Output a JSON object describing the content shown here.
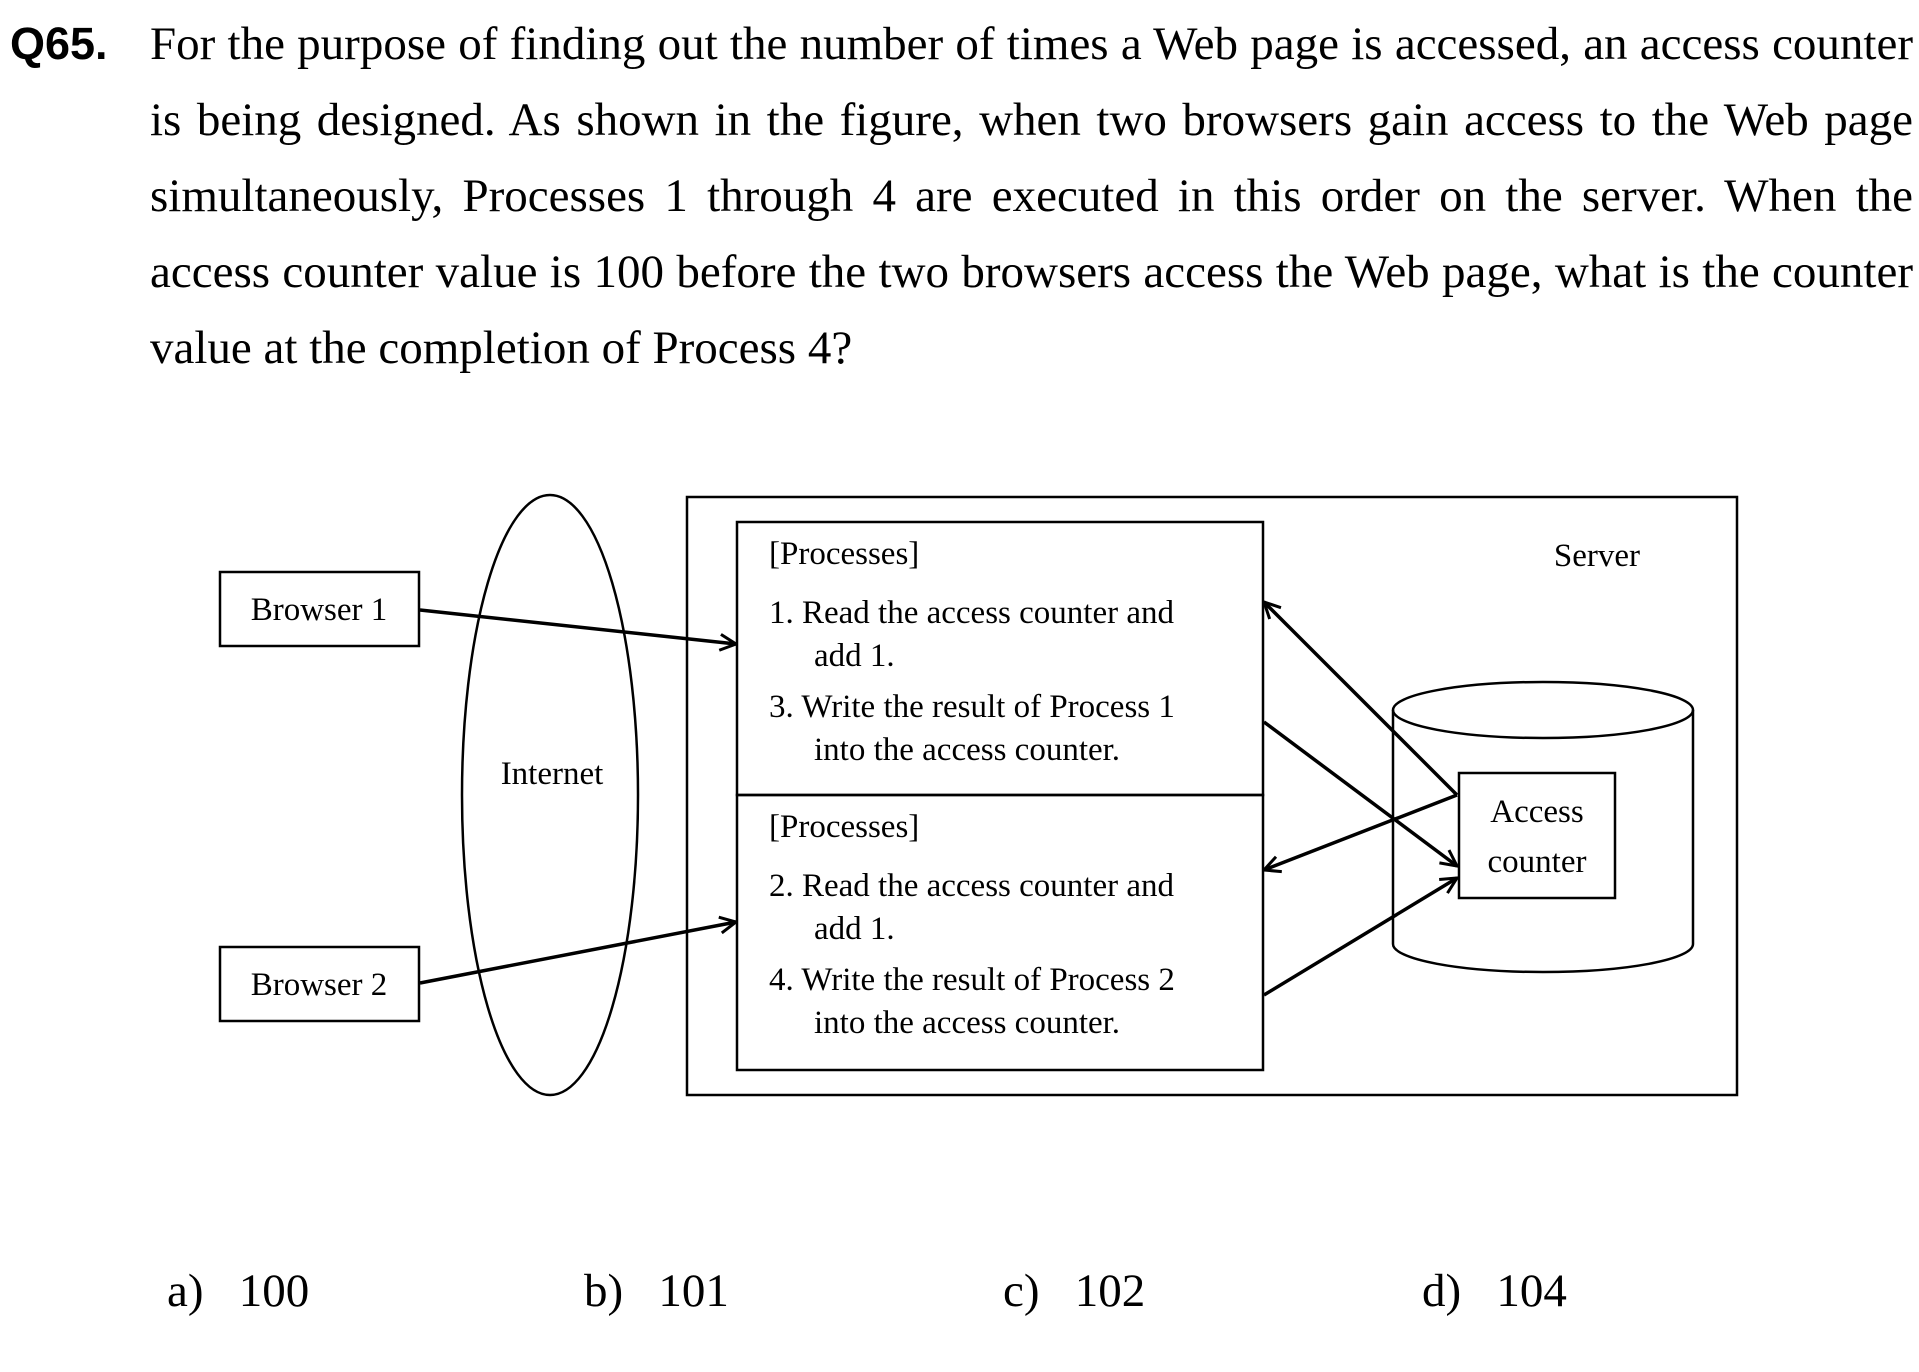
{
  "question": {
    "number": "Q65.",
    "text": "For the purpose of finding out the number of times a Web page is accessed, an access counter is being designed.   As shown in the figure, when two browsers gain access to the Web page simultaneously, Processes 1 through 4 are executed in this order on the server.   When the access counter value is 100 before the two browsers access the Web page, what is the counter value at the completion of Process 4?"
  },
  "diagram": {
    "browser1": "Browser 1",
    "browser2": "Browser 2",
    "internet": "Internet",
    "server": "Server",
    "process_box_1": {
      "heading": "[Processes]",
      "step1_line1": "1. Read the access counter and",
      "step1_line2": "add 1.",
      "step3_line1": "3. Write the result of Process 1",
      "step3_line2": "into the access counter."
    },
    "process_box_2": {
      "heading": "[Processes]",
      "step2_line1": "2. Read the access counter and",
      "step2_line2": "add 1.",
      "step4_line1": "4. Write the result of Process 2",
      "step4_line2": "into the access counter."
    },
    "counter_line1": "Access",
    "counter_line2": "counter"
  },
  "answers": [
    {
      "label": "a)",
      "value": "100"
    },
    {
      "label": "b)",
      "value": "101"
    },
    {
      "label": "c)",
      "value": "102"
    },
    {
      "label": "d)",
      "value": "104"
    }
  ]
}
